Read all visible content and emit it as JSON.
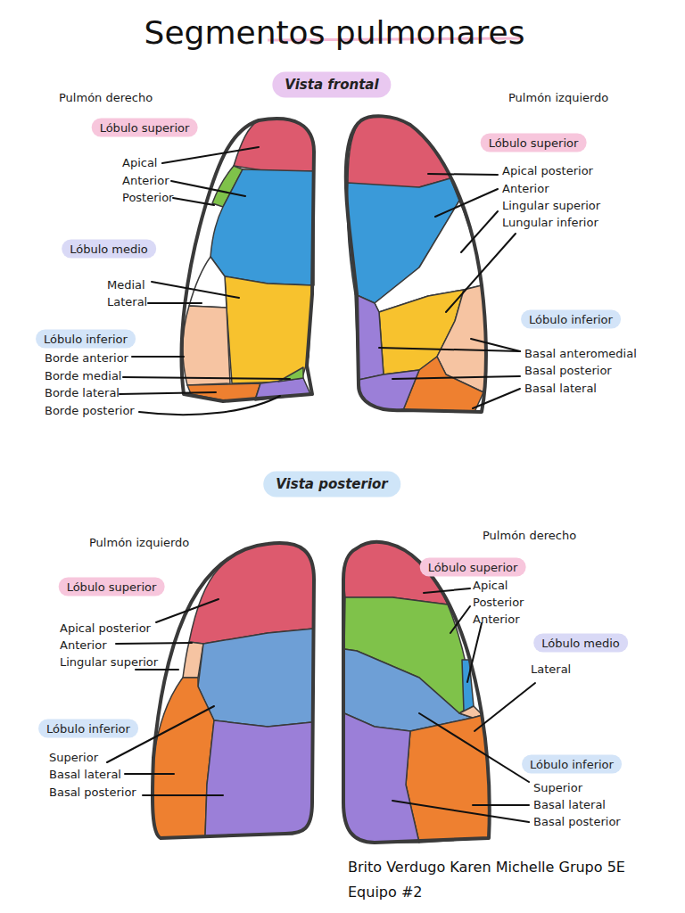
{
  "diagram": {
    "title": "Segmentos pulmonares",
    "nodes": [
      {
        "text": [
          "Vista frontal"
        ]
      },
      {
        "text": [
          "Lóbulo superior"
        ]
      },
      {
        "text": [
          "Lóbulo superior"
        ]
      },
      {
        "text": [
          "Lóbulo medio"
        ]
      },
      {
        "text": [
          "Lóbulo inferior"
        ]
      },
      {
        "text": [
          "Lóbulo inferior"
        ]
      },
      {
        "text": [
          "Vista posterior"
        ]
      },
      {
        "text": [
          "Lóbulo superior"
        ]
      },
      {
        "text": [
          "Lóbulo superior"
        ]
      },
      {
        "text": [
          "Lóbulo medio"
        ]
      },
      {
        "text": [
          "Lóbulo inferior"
        ]
      },
      {
        "text": [
          "Lóbulo inferior"
        ]
      }
    ],
    "labels": [
      "Pulmón derecho",
      "Pulmón izquierdo",
      "Apical",
      "Anterior",
      "Posterior",
      "Apical posterior",
      "Anterior",
      "Lingular superior",
      "Lungular inferior",
      "Medial",
      "Lateral",
      "Basal anteromedial",
      "Borde anterior",
      "Basal posterior",
      "Borde medial",
      "Basal lateral",
      "Borde lateral",
      "Borde posterior",
      "Pulmón izquierdo",
      "Pulmón derecho",
      "Apical",
      "Posterior",
      "Anterior",
      "Apical posterior",
      "Anterior",
      "Lingular superior",
      "Lateral",
      "Superior",
      "Basal lateral",
      "Basal posterior",
      "Superior",
      "Basal lateral",
      "Basal posterior",
      "Brito Verdugo Karen Michelle Grupo 5E",
      "Equipo #2"
    ]
  }
}
